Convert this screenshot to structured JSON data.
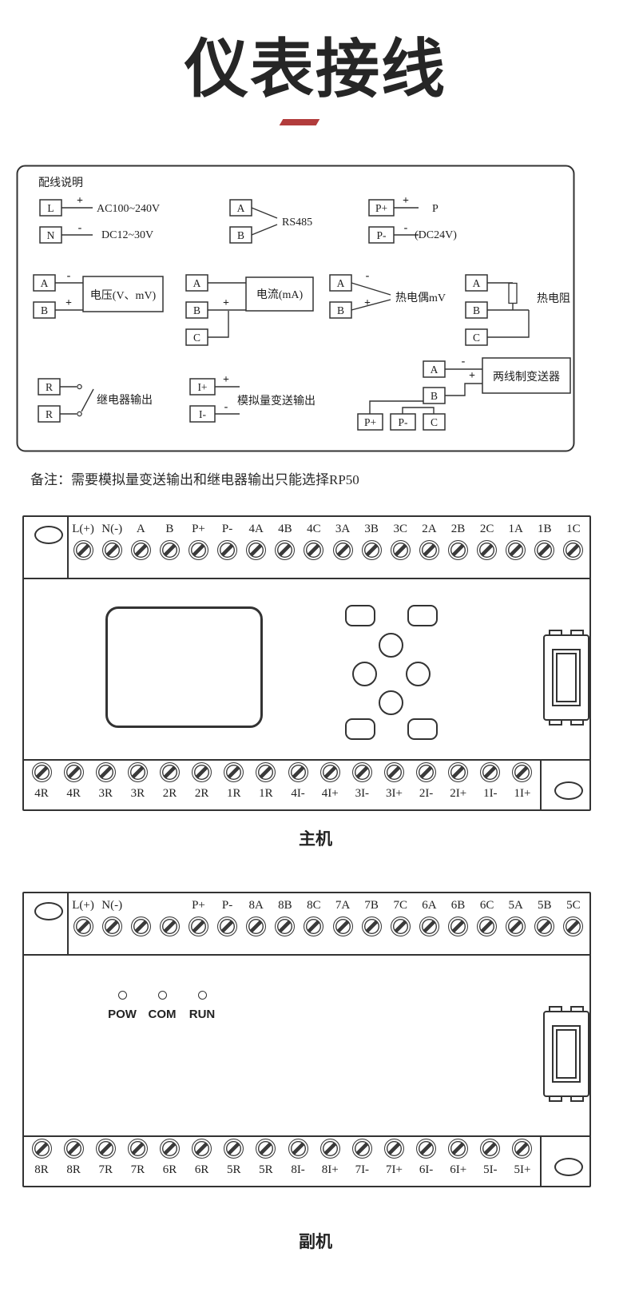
{
  "page": {
    "title": "仪表接线",
    "note": "备注：需要模拟量变送输出和继电器输出只能选择RP50"
  },
  "colors": {
    "accent_red": "#b23c3c",
    "line_ink": "#333333"
  },
  "legend": {
    "title": "配线说明",
    "signs": {
      "plus": "+",
      "minus": "-"
    },
    "power": {
      "t1": "L",
      "t2": "N",
      "line1": "AC100~240V",
      "line2": "DC12~30V"
    },
    "rs485": {
      "t1": "A",
      "t2": "B",
      "label": "RS485"
    },
    "dc24": {
      "t1": "P+",
      "t2": "P-",
      "label1": "P",
      "label2": "(DC24V)"
    },
    "voltage": {
      "t1": "A",
      "t2": "B",
      "label": "电压(V、mV)"
    },
    "current": {
      "t1": "A",
      "t2": "B",
      "t3": "C",
      "label": "电流(mA)"
    },
    "thermocouple": {
      "t1": "A",
      "t2": "B",
      "label": "热电偶mV"
    },
    "rtd": {
      "t1": "A",
      "t2": "B",
      "t3": "C",
      "label": "热电阻"
    },
    "relay": {
      "t1": "R",
      "t2": "R",
      "label": "继电器输出"
    },
    "analog": {
      "t1": "I+",
      "t2": "I-",
      "label": "模拟量变送输出"
    },
    "transmitter": {
      "t1": "A",
      "t2": "B",
      "t3": "C",
      "t4": "P+",
      "t5": "P-",
      "label": "两线制变送器"
    }
  },
  "main_unit": {
    "label": "主机",
    "top_terminals": [
      "L(+)",
      "N(-)",
      "A",
      "B",
      "P+",
      "P-",
      "4A",
      "4B",
      "4C",
      "3A",
      "3B",
      "3C",
      "2A",
      "2B",
      "2C",
      "1A",
      "1B",
      "1C"
    ],
    "bottom_terminals": [
      "4R",
      "4R",
      "3R",
      "3R",
      "2R",
      "2R",
      "1R",
      "1R",
      "4I-",
      "4I+",
      "3I-",
      "3I+",
      "2I-",
      "2I+",
      "1I-",
      "1I+"
    ]
  },
  "sub_unit": {
    "label": "副机",
    "top_terminals": [
      "L(+)",
      "N(-)",
      "",
      "",
      "P+",
      "P-",
      "8A",
      "8B",
      "8C",
      "7A",
      "7B",
      "7C",
      "6A",
      "6B",
      "6C",
      "5A",
      "5B",
      "5C"
    ],
    "bottom_terminals": [
      "8R",
      "8R",
      "7R",
      "7R",
      "6R",
      "6R",
      "5R",
      "5R",
      "8I-",
      "8I+",
      "7I-",
      "7I+",
      "6I-",
      "6I+",
      "5I-",
      "5I+"
    ],
    "leds": [
      "POW",
      "COM",
      "RUN"
    ]
  }
}
